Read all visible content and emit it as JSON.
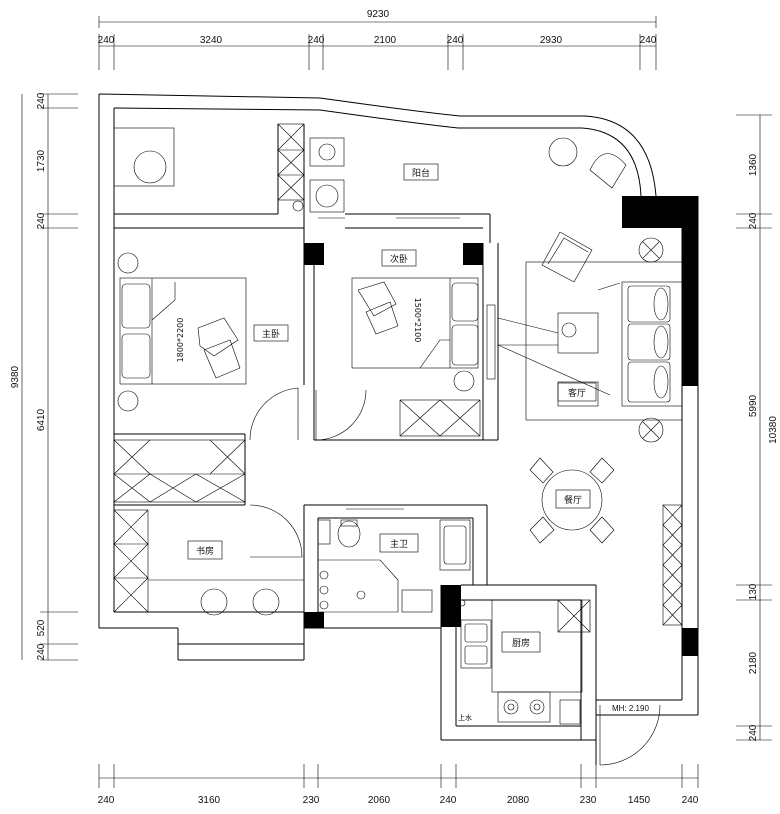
{
  "dimensions": {
    "top_total": "9230",
    "top_segments": [
      "240",
      "3240",
      "240",
      "2100",
      "240",
      "2930",
      "240"
    ],
    "bottom_segments": [
      "240",
      "3160",
      "230",
      "2060",
      "240",
      "2080",
      "230",
      "1450",
      "240"
    ],
    "left_total": "9380",
    "left_segments": [
      "240",
      "1730",
      "240",
      "6410",
      "520",
      "240"
    ],
    "right_total": "10380",
    "right_segments": [
      "1360",
      "240",
      "5990",
      "130",
      "2180",
      "240"
    ]
  },
  "rooms": {
    "balcony": "阳台",
    "master_bedroom": "主卧",
    "second_bedroom": "次卧",
    "living_room": "客厅",
    "dining_room": "餐厅",
    "study": "书房",
    "master_bath": "主卫",
    "kitchen": "厨房"
  },
  "annotations": {
    "bed_master": "1800*2200",
    "bed_second": "1500*2100",
    "door_height": "MH: 2.190",
    "kitchen_note": "上水"
  }
}
